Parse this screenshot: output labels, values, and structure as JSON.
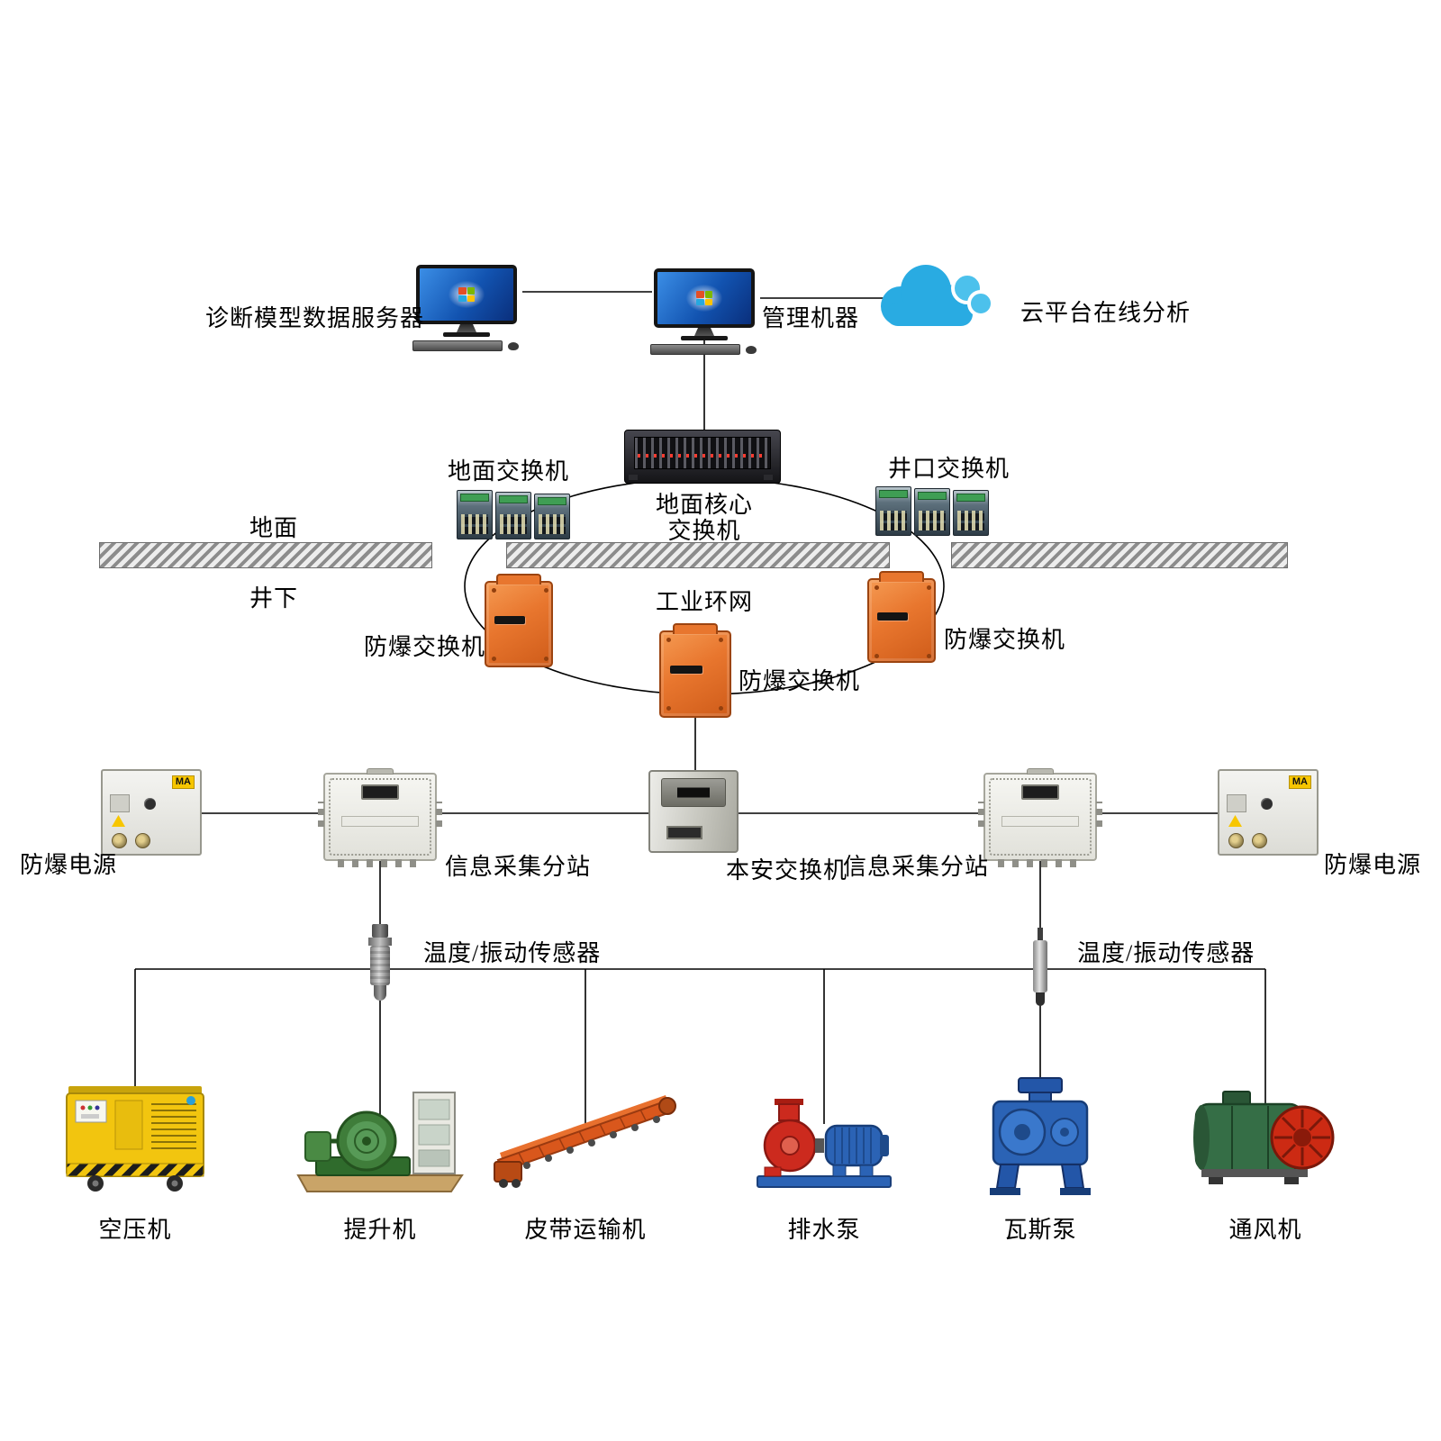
{
  "top": {
    "diagnostic_server_label": "诊断模型数据服务器",
    "management_machine_label": "管理机器",
    "cloud_label": "云平台在线分析"
  },
  "network": {
    "surface_switch_label": "地面交换机",
    "core_switch_label_line1": "地面核心",
    "core_switch_label_line2": "交换机",
    "wellhead_switch_label": "井口交换机",
    "surface_label": "地面",
    "underground_label": "井下",
    "ring_label": "工业环网",
    "ex_switch_left_label": "防爆交换机",
    "ex_switch_center_label": "防爆交换机",
    "ex_switch_right_label": "防爆交换机"
  },
  "station": {
    "ex_power_left_label": "防爆电源",
    "substation_left_label": "信息采集分站",
    "safe_switch_label": "本安交换机",
    "substation_right_label": "信息采集分站",
    "ex_power_right_label": "防爆电源",
    "sensor_left_label": "温度/振动传感器",
    "sensor_right_label": "温度/振动传感器",
    "ma_badge": "MA"
  },
  "equipment": [
    {
      "label": "空压机"
    },
    {
      "label": "提升机"
    },
    {
      "label": "皮带运输机"
    },
    {
      "label": "排水泵"
    },
    {
      "label": "瓦斯泵"
    },
    {
      "label": "通风机"
    }
  ],
  "colors": {
    "line": "#000000",
    "cloud_blue": "#29abe2",
    "ex_switch_orange": "#e8762e",
    "compressor_yellow": "#f2c50f",
    "hoist_green": "#3f7d3a",
    "conveyor_orange": "#d9571c",
    "drain_pump_red": "#cc2a1e",
    "motor_blue": "#2b63b5",
    "gas_pump_blue": "#2356a8",
    "fan_green": "#356e46",
    "fan_red": "#cc2a13"
  }
}
